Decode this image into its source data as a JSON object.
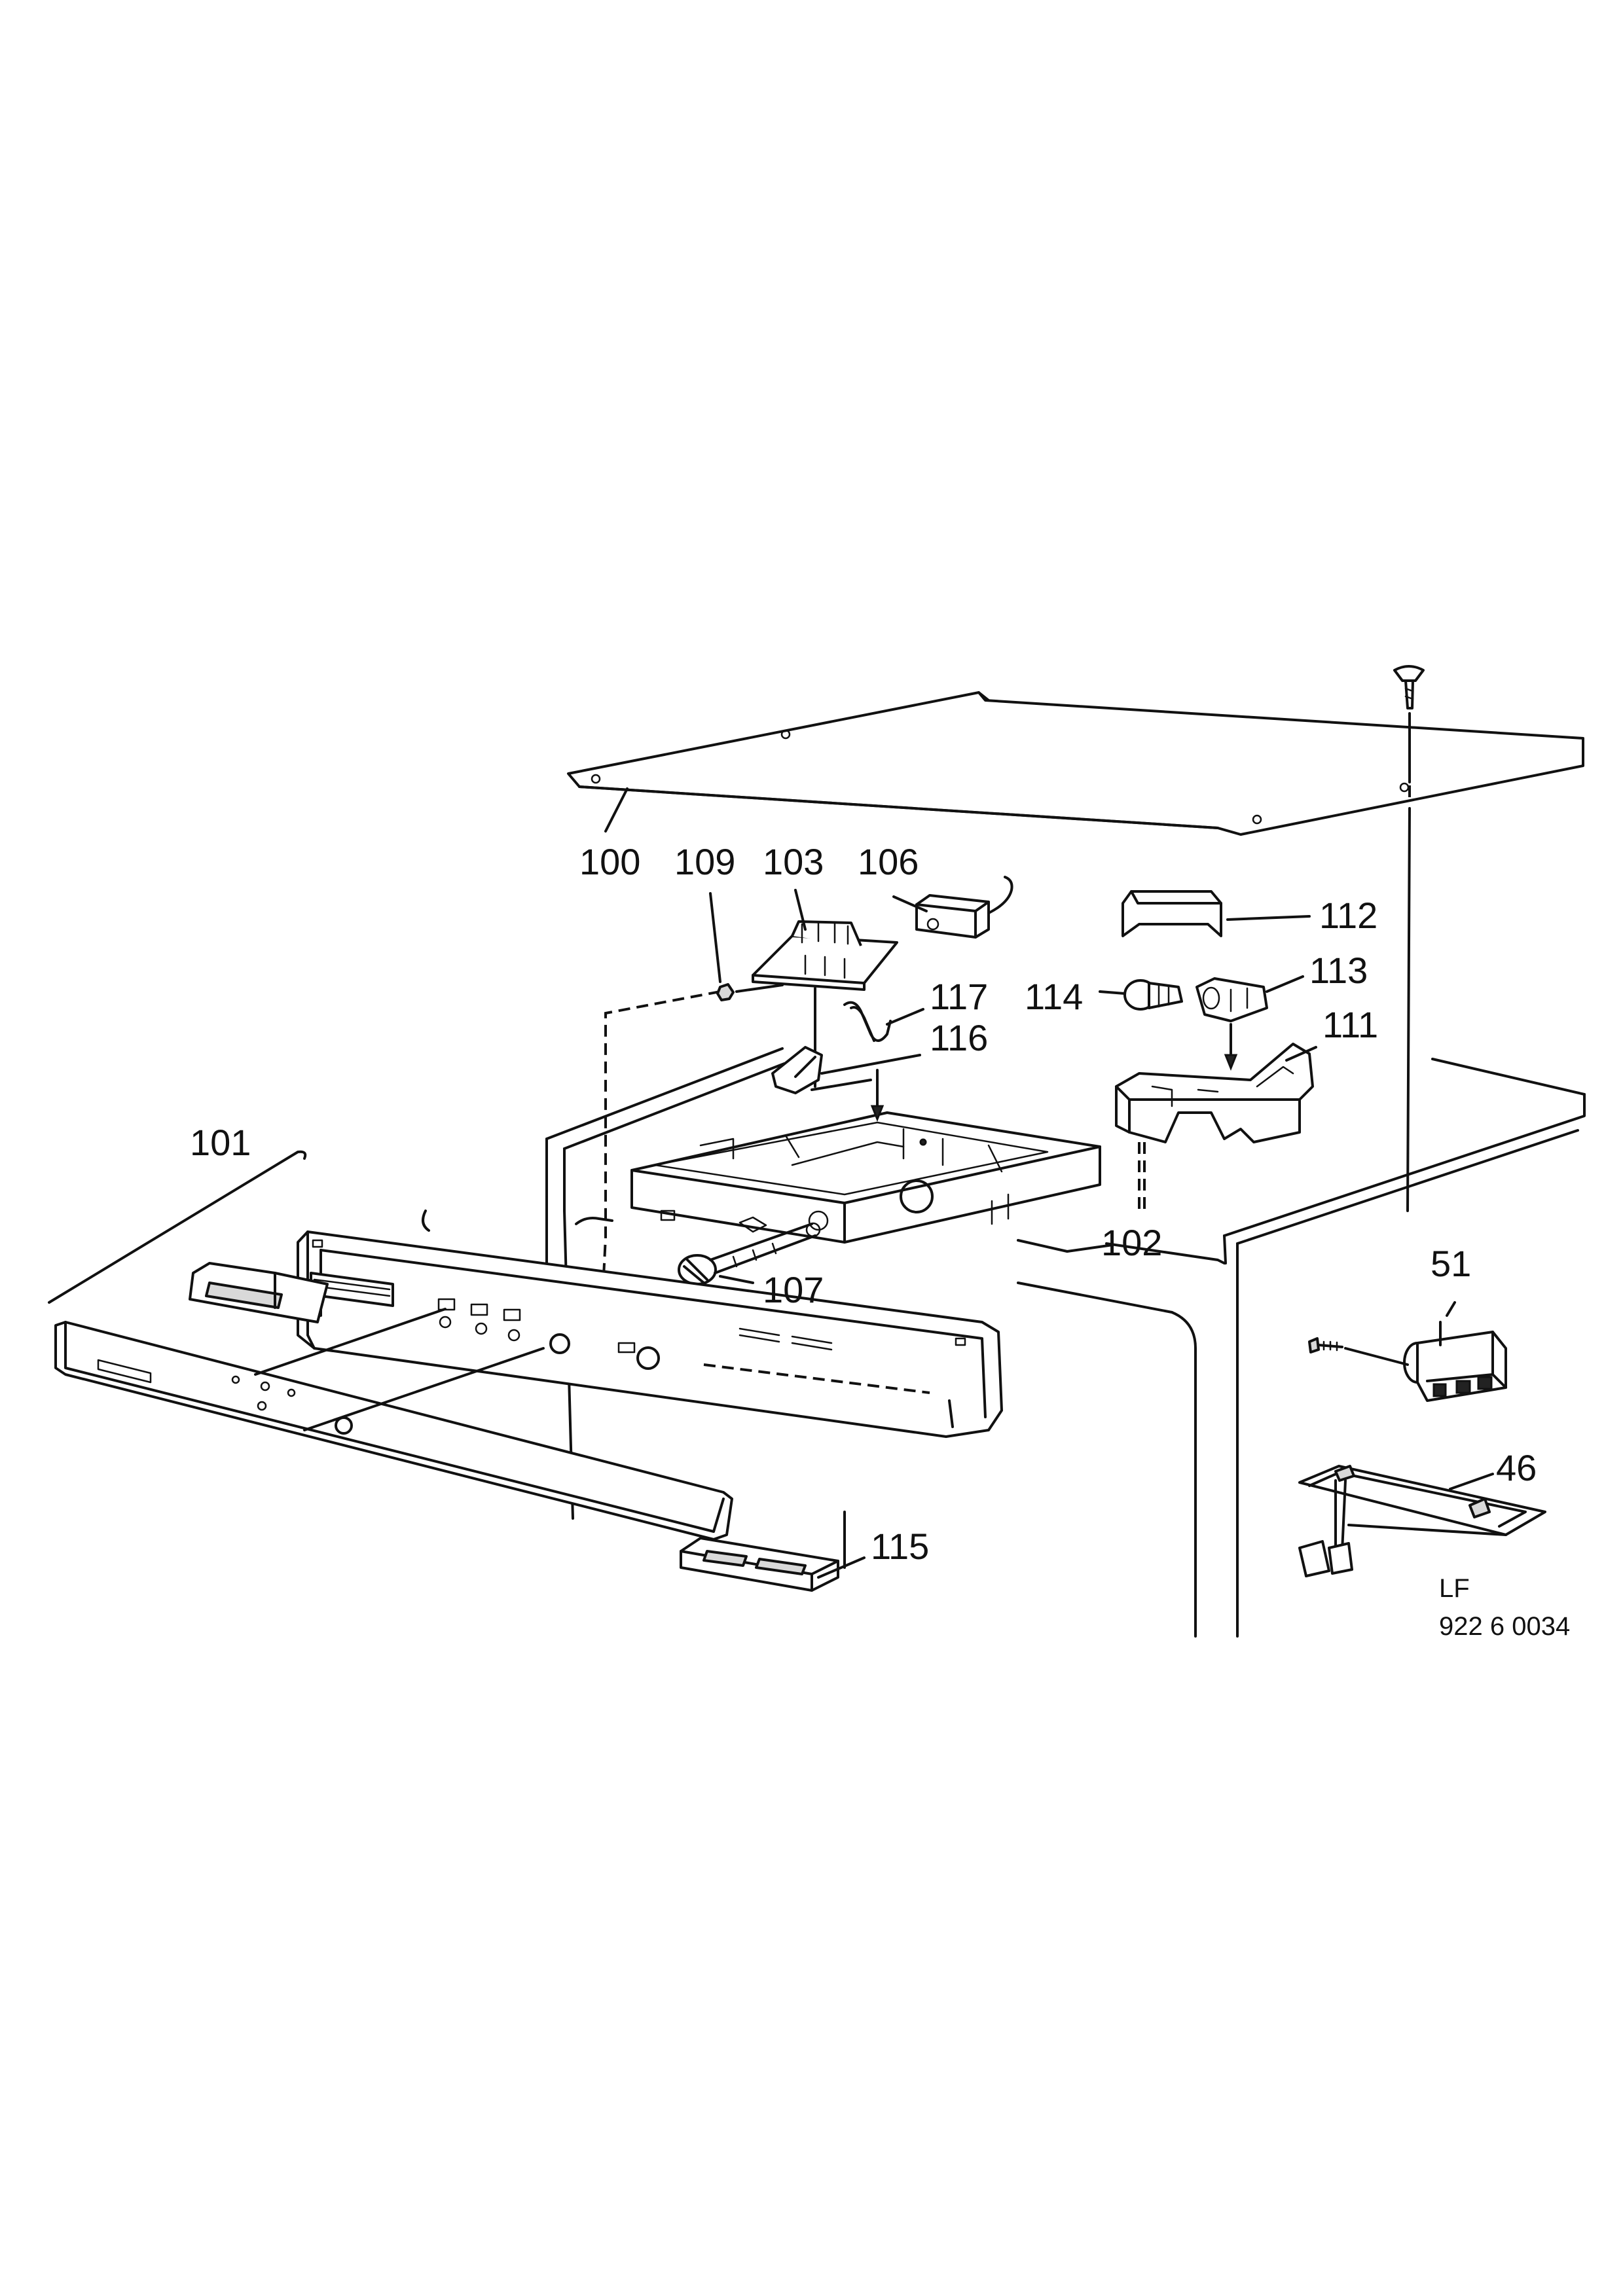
{
  "diagram": {
    "part_labels": {
      "p100": "100",
      "p109": "109",
      "p103": "103",
      "p106": "106",
      "p112": "112",
      "p117": "117",
      "p114": "114",
      "p113": "113",
      "p116": "116",
      "p111": "111",
      "p101": "101",
      "p102": "102",
      "p107": "107",
      "p51": "51",
      "p46": "46",
      "p115": "115"
    },
    "reference": {
      "line1": "LF",
      "line2": "922 6 0034"
    }
  }
}
